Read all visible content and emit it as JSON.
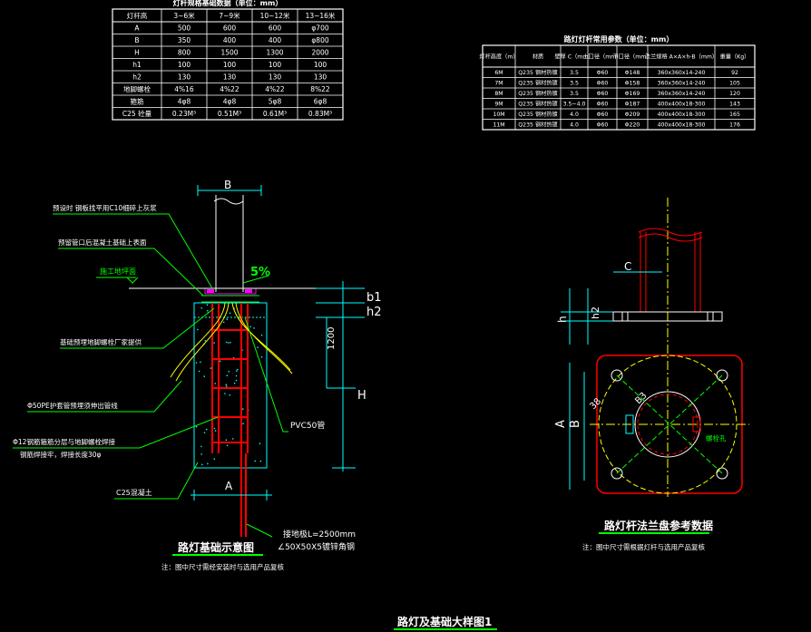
{
  "sheet_title": "路灯及基础大样图1",
  "table1": {
    "title": "灯杆规格基础数据（单位：mm）",
    "headers": [
      "灯杆高",
      "3~6米",
      "7~9米",
      "10~12米",
      "13~16米"
    ],
    "rows": [
      [
        "A",
        "500",
        "600",
        "600",
        "φ700"
      ],
      [
        "B",
        "350",
        "400",
        "400",
        "φ800"
      ],
      [
        "H",
        "800",
        "1500",
        "1300",
        "2000"
      ],
      [
        "h1",
        "100",
        "100",
        "100",
        "100"
      ],
      [
        "h2",
        "130",
        "130",
        "130",
        "130"
      ],
      [
        "地脚螺栓",
        "4%16",
        "4%22",
        "4%22",
        "8%22"
      ],
      [
        "箍筋",
        "4φ8",
        "4φ8",
        "5φ8",
        "6φ8"
      ],
      [
        "C25 砼量",
        "0.23M³",
        "0.51M³",
        "0.61M³",
        "0.83M³"
      ]
    ]
  },
  "table2": {
    "title": "路灯灯杆常用参数（单位：mm）",
    "headers": [
      "灯杆高度（m）",
      "材质",
      "壁厚 C（mm）",
      "上口径（mm）",
      "下口径（mm）",
      "法兰规格 A×A×h-B（mm）",
      "重量（Kg）"
    ],
    "rows": [
      [
        "6M",
        "Q235 钢材热镀",
        "3.5",
        "Φ60",
        "Φ148",
        "360x360x14-240",
        "92"
      ],
      [
        "7M",
        "Q235 钢材热镀",
        "3.5",
        "Φ60",
        "Φ158",
        "360x360x14-240",
        "105"
      ],
      [
        "8M",
        "Q235 钢材热镀",
        "3.5",
        "Φ60",
        "Φ169",
        "360x360x14-240",
        "120"
      ],
      [
        "9M",
        "Q235 钢材热镀",
        "3.5~4.0",
        "Φ60",
        "Φ187",
        "400x400x18-300",
        "143"
      ],
      [
        "10M",
        "Q235 钢材热镀",
        "4.0",
        "Φ60",
        "Φ209",
        "400x400x18-300",
        "165"
      ],
      [
        "11M",
        "Q235 钢材热镀",
        "4.0",
        "Φ60",
        "Φ220",
        "400x400x18-300",
        "176"
      ]
    ]
  },
  "foundation": {
    "title": "路灯基础示意图",
    "note": "注：图中尺寸需经安装时与选用产品复核",
    "labels": {
      "c10": "预设时 钢板找平用C10细碎上灰浆",
      "grout": "预留管口后混凝土基础上表面",
      "ground": "施工地坪面",
      "anchor": "基础预埋地脚螺栓厂家提供",
      "pe": "Φ50PE护套管预埋须伸出管线",
      "steel": "Φ12钢筋箍筋分层与地脚螺栓焊接",
      "steel2": "钢筋焊接牢，焊接长度30φ",
      "c25": "C25混凝土",
      "pvc": "PVC50管",
      "slope": "5%",
      "ground_rod": "接地极L=2500mm",
      "angle": "∠50X50X5镀锌角钢",
      "dim_B": "B",
      "dim_A": "A",
      "dim_b1": "b1",
      "dim_h2": "h2",
      "dim_1200": "1200",
      "dim_H": "H"
    }
  },
  "flange": {
    "title": "路灯杆法兰盘参考数据",
    "note": "注：图中尺寸需根据灯杆与选用产品复核",
    "labels": {
      "C": "C",
      "h": "h",
      "h2": "h2",
      "A": "A",
      "B": "B",
      "d1": "38",
      "d2": "B3",
      "hole": "螺栓孔"
    }
  },
  "colors": {
    "line_white": "#ffffff",
    "line_green": "#00ff00",
    "line_cyan": "#00ffff",
    "line_red": "#ff0000",
    "line_yellow": "#ffff00",
    "line_magenta": "#ff00ff",
    "title_underline": "#00ff00"
  }
}
